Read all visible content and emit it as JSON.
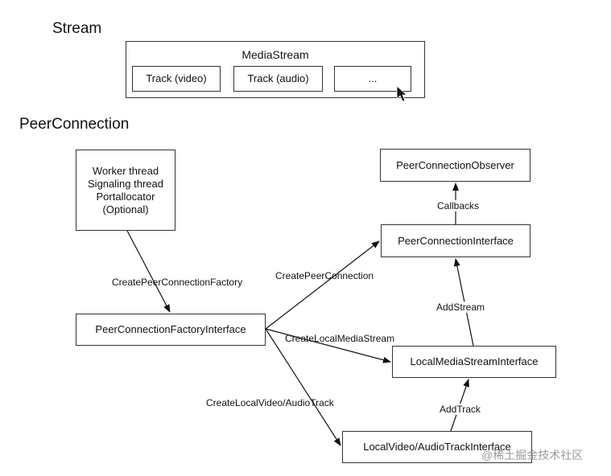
{
  "stream": {
    "heading": "Stream",
    "container_label": "MediaStream",
    "tracks": [
      "Track (video)",
      "Track (audio)",
      "..."
    ]
  },
  "peer": {
    "heading": "PeerConnection",
    "nodes": {
      "threads": [
        "Worker thread",
        "Signaling thread",
        "Portallocator",
        "(Optional)"
      ],
      "factory": "PeerConnectionFactoryInterface",
      "observer": "PeerConnectionObserver",
      "pc_interface": "PeerConnectionInterface",
      "local_stream": "LocalMediaStreamInterface",
      "local_track": "LocalVideo/AudioTrackInterface"
    },
    "edges": {
      "create_factory": "CreatePeerConnectionFactory",
      "create_pc": "CreatePeerConnection",
      "create_local_stream": "CreateLocalMediaStream",
      "create_local_track": "CreateLocalVideo/AudioTrack",
      "callbacks": "Callbacks",
      "add_stream": "AddStream",
      "add_track": "AddTrack"
    }
  },
  "watermark": "@稀土掘金技术社区",
  "colors": {
    "line": "#111111",
    "border": "#333333",
    "watermark": "#9a9a9a"
  }
}
